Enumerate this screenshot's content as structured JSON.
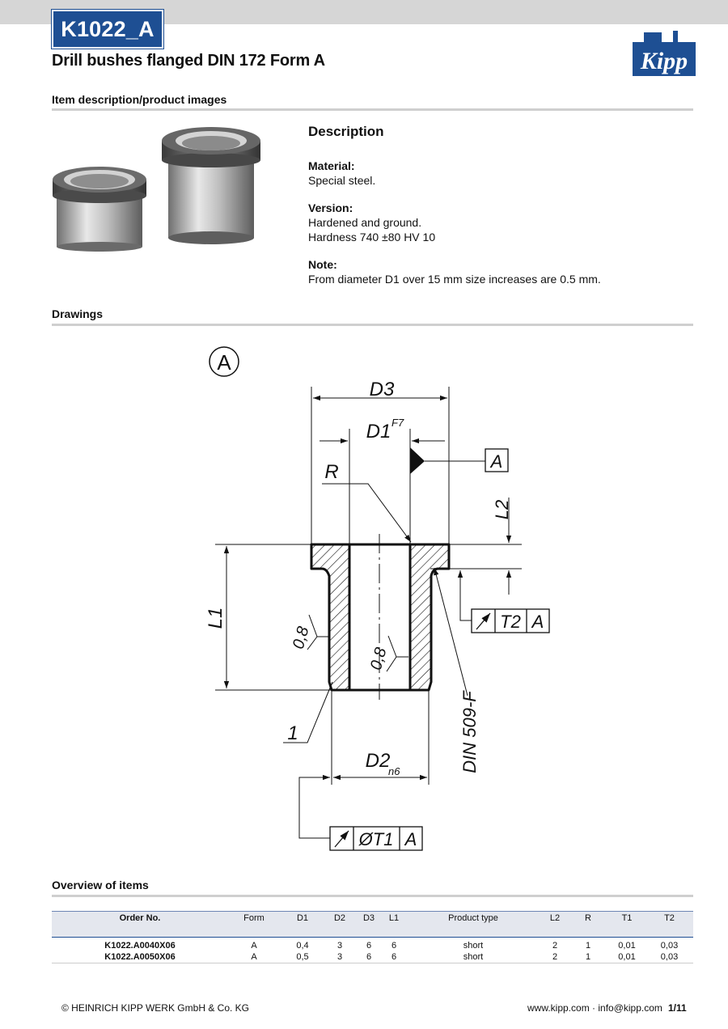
{
  "header": {
    "code": "K1022_A",
    "title": "Drill bushes flanged DIN 172 Form A",
    "logo_text": "Kipp"
  },
  "sections": {
    "item_description": "Item description/product images",
    "drawings": "Drawings",
    "overview": "Overview of items"
  },
  "description": {
    "heading": "Description",
    "material_label": "Material:",
    "material_value": "Special steel.",
    "version_label": "Version:",
    "version_line1": "Hardened and ground.",
    "version_line2": "Hardness 740 ±80 HV 10",
    "note_label": "Note:",
    "note_value": "From diameter D1 over 15 mm size increases are 0.5 mm."
  },
  "drawing": {
    "form_marker": "A",
    "d3": "D3",
    "d1": "D1",
    "d1_tol": "F7",
    "r": "R",
    "datum": "A",
    "l2": "L2",
    "l1": "L1",
    "t2": "T2",
    "t2_ref": "A",
    "rough1": "0,8",
    "rough2": "0,8",
    "callout1": "1",
    "din": "DIN 509-F",
    "d2": "D2",
    "d2_tol": "n6",
    "t1": "ØT1",
    "t1_ref": "A"
  },
  "table": {
    "headers": [
      "Order No.",
      "Form",
      "D1",
      "D2",
      "D3",
      "L1",
      "Product type",
      "L2",
      "R",
      "T1",
      "T2"
    ],
    "rows": [
      [
        "K1022.A0040X06",
        "A",
        "0,4",
        "3",
        "6",
        "6",
        "short",
        "2",
        "1",
        "0,01",
        "0,03"
      ],
      [
        "K1022.A0050X06",
        "A",
        "0,5",
        "3",
        "6",
        "6",
        "short",
        "2",
        "1",
        "0,01",
        "0,03"
      ]
    ]
  },
  "footer": {
    "copyright": "© HEINRICH KIPP WERK GmbH & Co. KG",
    "contact": "www.kipp.com · info@kipp.com",
    "page": "1/11"
  },
  "colors": {
    "brand_blue": "#1e4f93",
    "top_bar": "#d6d6d6",
    "rule_gray": "#cfcfcf"
  }
}
